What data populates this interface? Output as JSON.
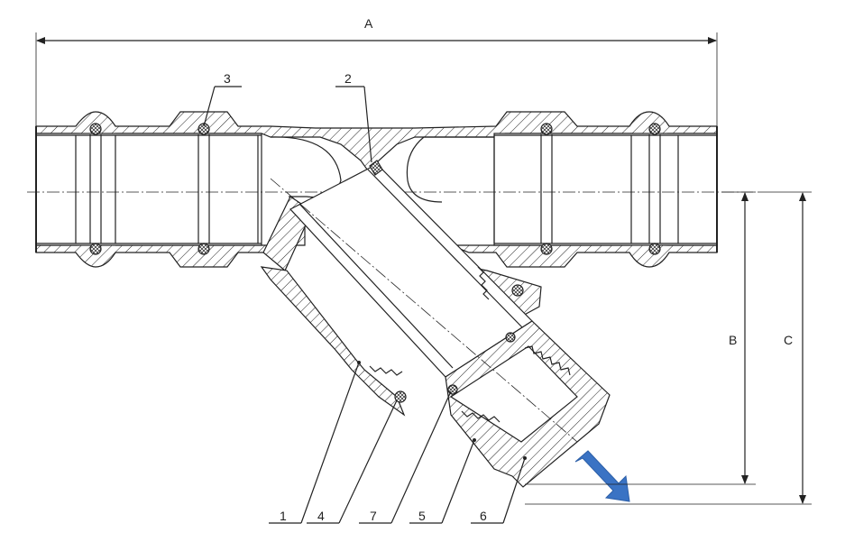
{
  "dimensions": {
    "a": "A",
    "b": "B",
    "c": "C"
  },
  "callouts": [
    "3",
    "2",
    "1",
    "4",
    "7",
    "5",
    "6"
  ],
  "colors": {
    "line": "#222222",
    "flow_arrow": "#3a73c4"
  }
}
